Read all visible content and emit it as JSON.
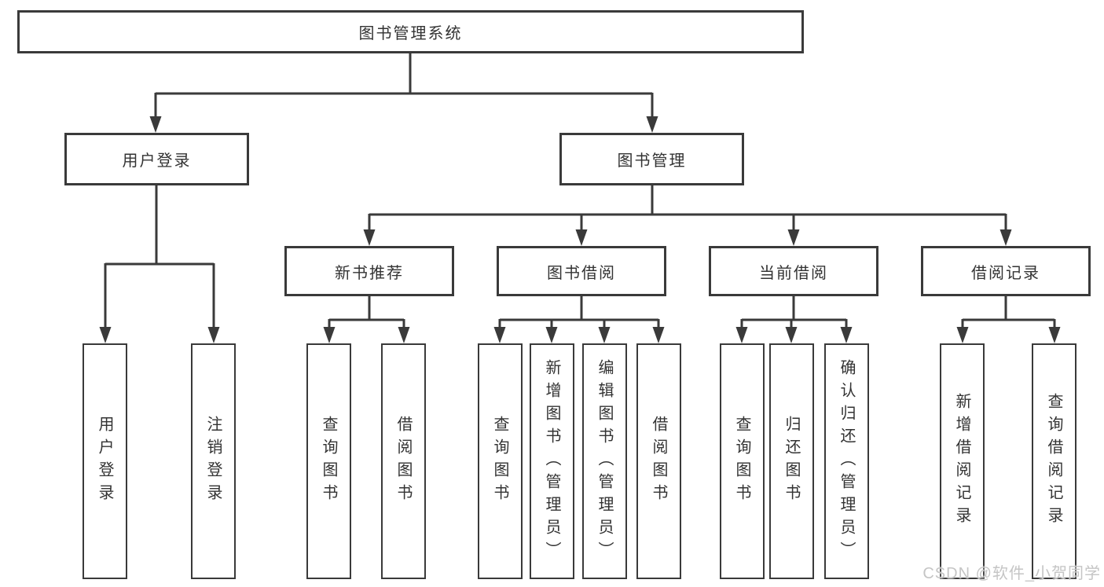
{
  "nodes": {
    "root": {
      "label": "图书管理系统"
    },
    "level2": [
      {
        "label": "用户登录"
      },
      {
        "label": "图书管理"
      }
    ],
    "level3": [
      {
        "label": "新书推荐"
      },
      {
        "label": "图书借阅"
      },
      {
        "label": "当前借阅"
      },
      {
        "label": "借阅记录"
      }
    ],
    "leaves": [
      {
        "label": "用户登录"
      },
      {
        "label": "注销登录"
      },
      {
        "label": "查询图书"
      },
      {
        "label": "借阅图书"
      },
      {
        "label": "查询图书"
      },
      {
        "label": "新增图书（管理员）"
      },
      {
        "label": "编辑图书（管理员）"
      },
      {
        "label": "借阅图书"
      },
      {
        "label": "查询图书"
      },
      {
        "label": "归还图书"
      },
      {
        "label": "确认归还（管理员）"
      },
      {
        "label": "新增借阅记录"
      },
      {
        "label": "查询借阅记录"
      }
    ]
  },
  "watermark": {
    "text": "CSDN @软件_小贺同学"
  },
  "colors": {
    "line": "#3a3a3a",
    "text": "#333333",
    "watermark": "#c5c5c5",
    "background": "#ffffff"
  }
}
